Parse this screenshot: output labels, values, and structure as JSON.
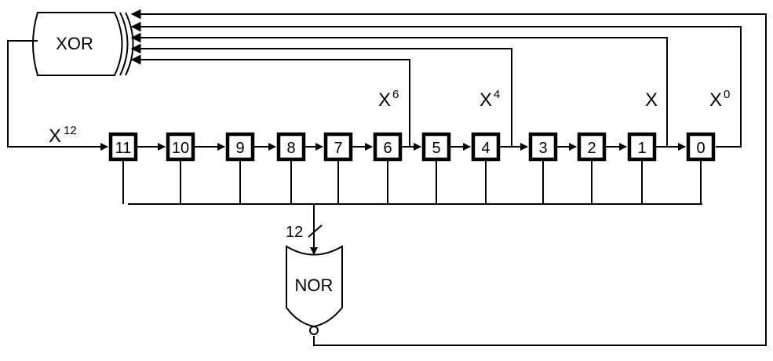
{
  "xor_label": "XOR",
  "nor_label": "NOR",
  "bus_width": "12",
  "cells": [
    "11",
    "10",
    "9",
    "8",
    "7",
    "6",
    "5",
    "4",
    "3",
    "2",
    "1",
    "0"
  ],
  "taps": [
    {
      "base": "X",
      "exp": "12"
    },
    {
      "base": "X",
      "exp": "6"
    },
    {
      "base": "X",
      "exp": "4"
    },
    {
      "base": "X",
      "exp": ""
    },
    {
      "base": "X",
      "exp": "0"
    }
  ]
}
